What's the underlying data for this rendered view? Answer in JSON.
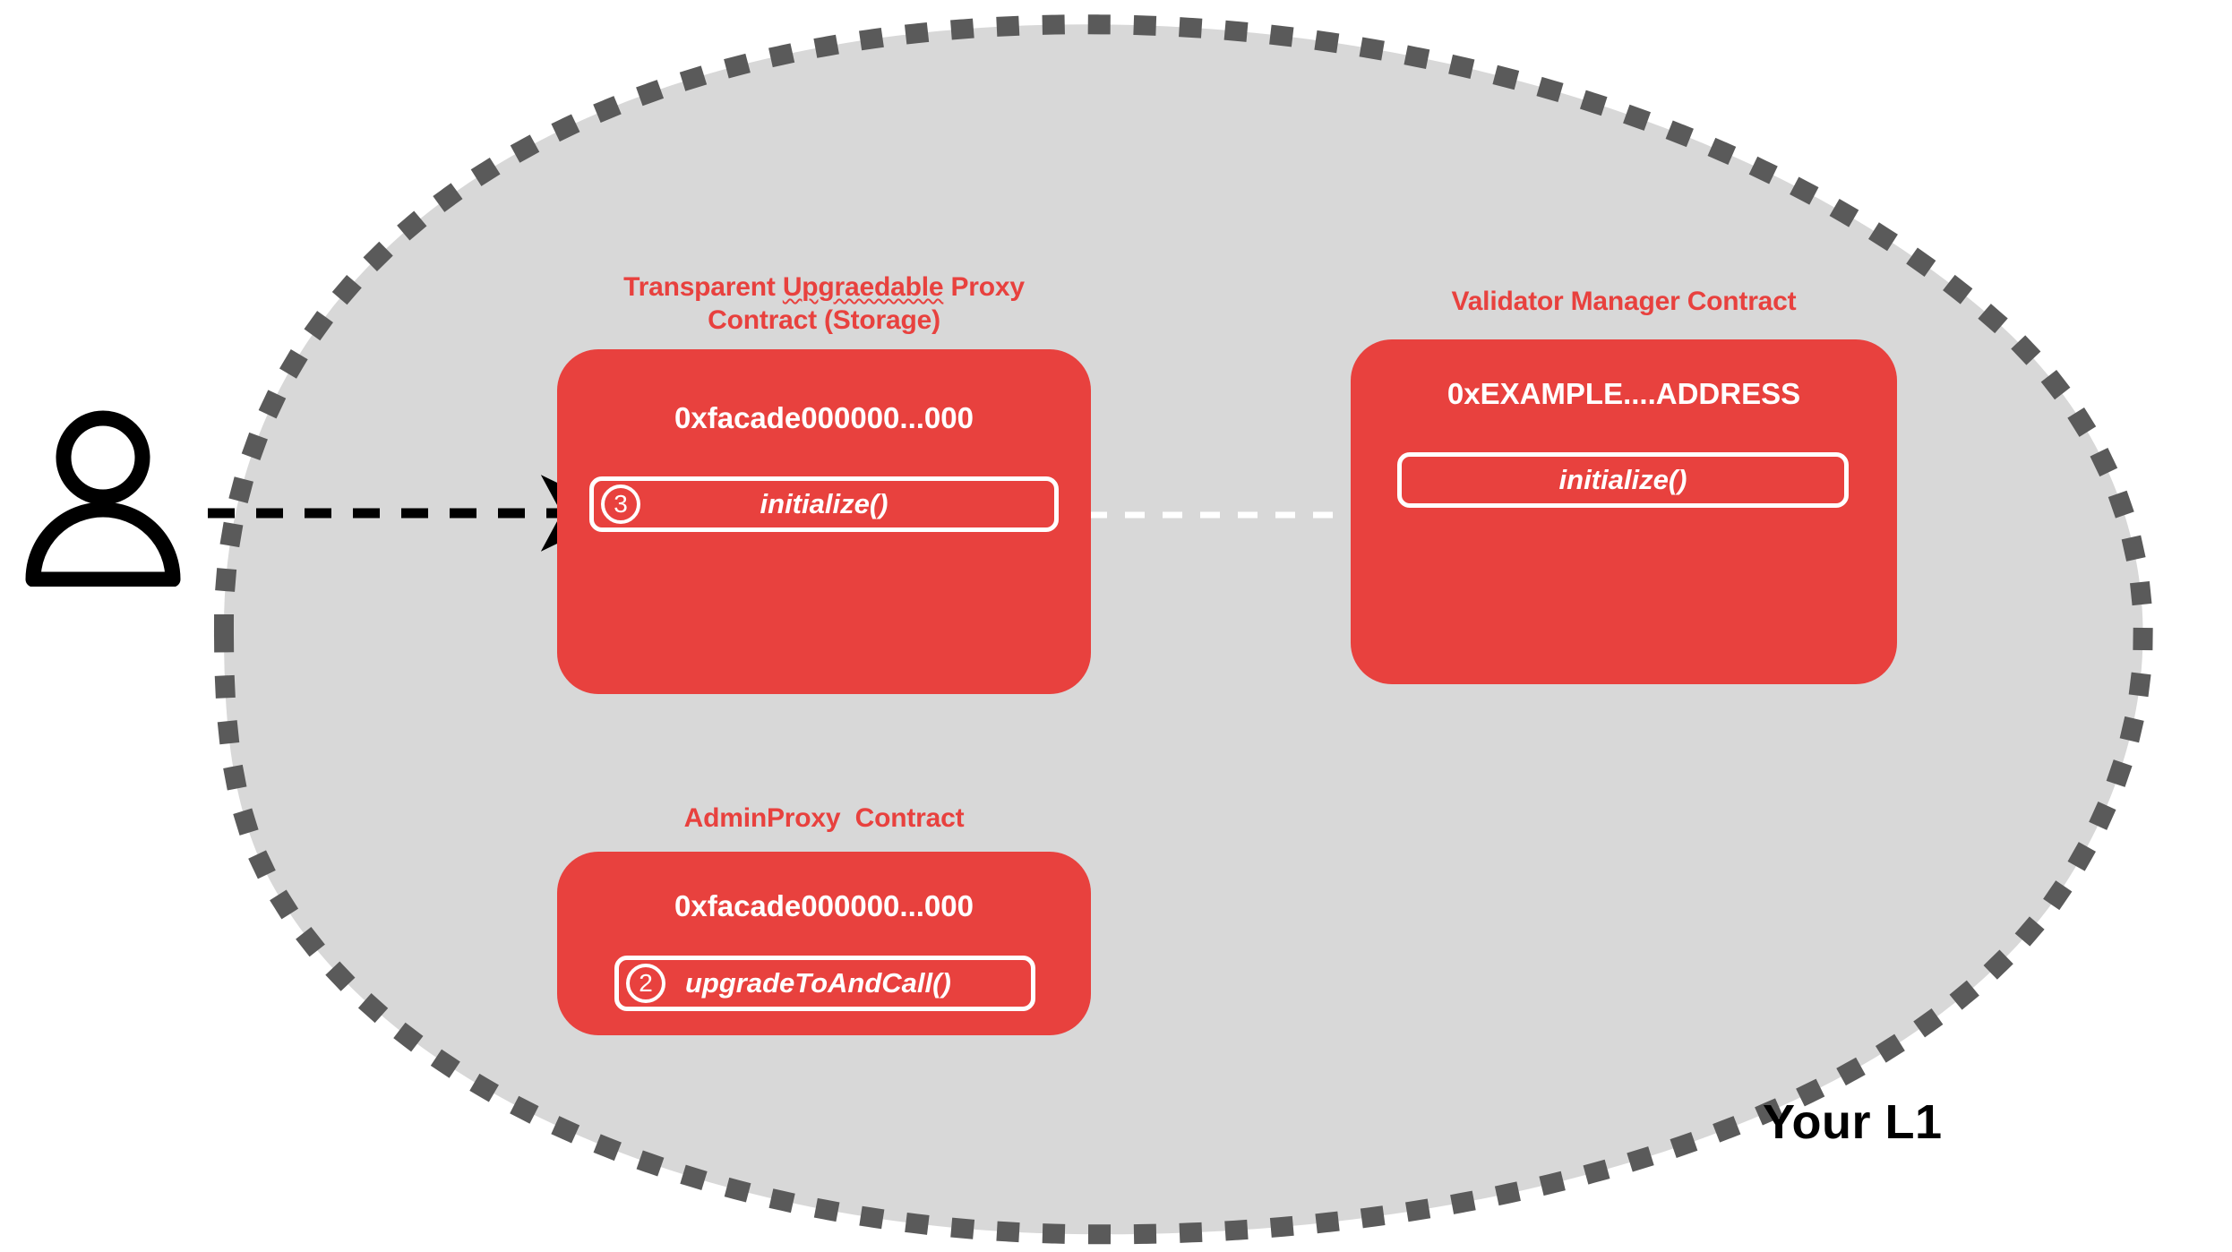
{
  "diagram": {
    "environment_label": "Your L1",
    "actor": {
      "icon": "user-icon"
    },
    "colors": {
      "blob_fill": "#D8D8D8",
      "blob_border": "#5A5A5A",
      "contract_red": "#E8413E",
      "text_white": "#FFFFFF",
      "text_black": "#000000"
    },
    "contracts": [
      {
        "id": "transparent-upgradeable-proxy",
        "title_line1_a": "Transparent ",
        "title_line1_b": "Upgraedable",
        "title_line1_c": " Proxy",
        "title_line2": "Contract (Storage)",
        "address": "0xfacade000000...000",
        "functions": [
          {
            "step": "3",
            "name": "initialize()"
          }
        ]
      },
      {
        "id": "validator-manager",
        "title": "Validator Manager Contract",
        "address": "0xEXAMPLE....ADDRESS",
        "functions": [
          {
            "step": "",
            "name": "initialize()"
          }
        ]
      },
      {
        "id": "admin-proxy",
        "title": "AdminProxy  Contract",
        "address": "0xfacade000000...000",
        "functions": [
          {
            "step": "2",
            "name": "upgradeToAndCall()"
          }
        ]
      }
    ],
    "arrows": [
      {
        "id": "user-to-proxy",
        "style": "dashed",
        "color": "#000000"
      },
      {
        "id": "proxy-to-validator-manager",
        "style": "dashed",
        "color": "#FFFFFF"
      }
    ]
  }
}
